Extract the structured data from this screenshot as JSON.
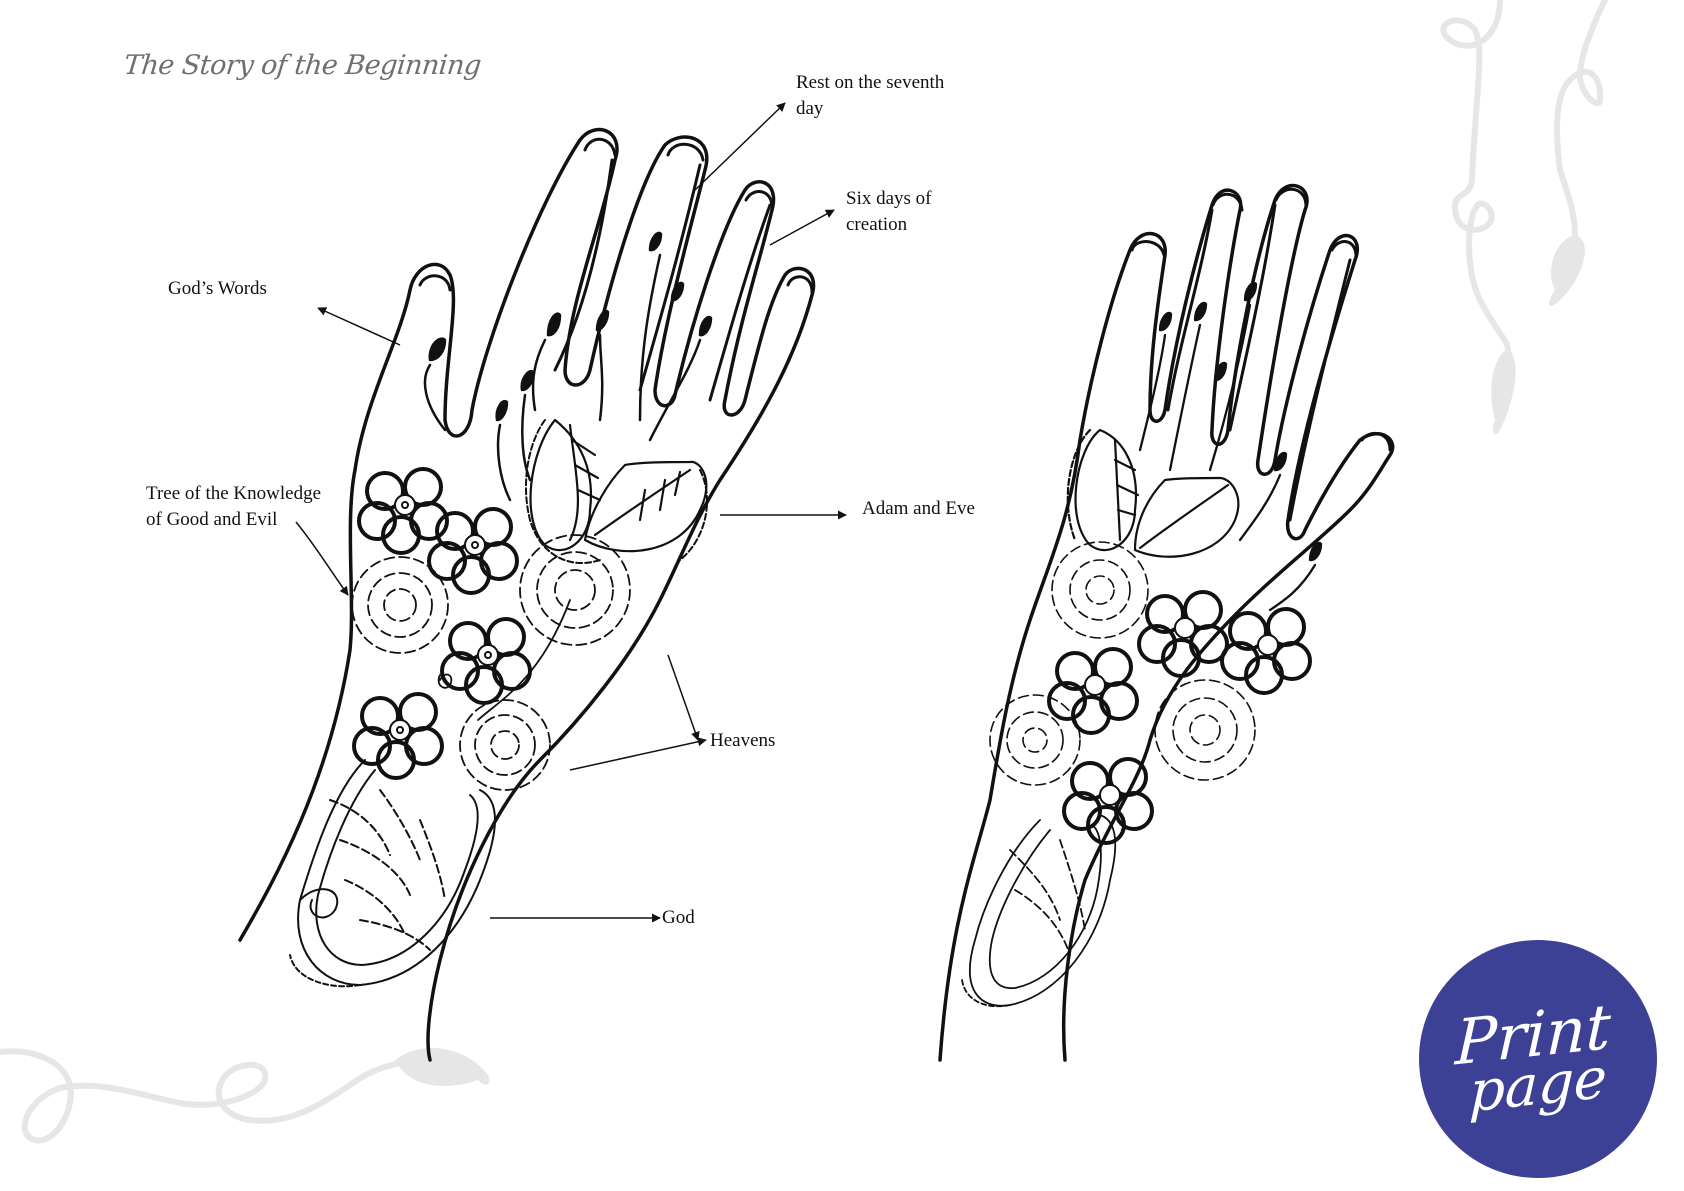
{
  "page": {
    "title": "The Story of the Beginning"
  },
  "labels": {
    "rest": "Rest on the seventh day",
    "rest_line1": "Rest on the seventh",
    "rest_line2": "day",
    "six_days_line1": "Six days of",
    "six_days_line2": "creation",
    "gods_words": "God’s Words",
    "tree_line1": "Tree of the Knowledge",
    "tree_line2": "of Good and Evil",
    "adam_eve": "Adam and Eve",
    "heavens": "Heavens",
    "god": "God"
  },
  "print_button": {
    "line1": "Print",
    "line2": "page",
    "color": "#3c4196"
  },
  "colors": {
    "ink": "#111111",
    "decor": "#e6e6e6",
    "title": "#6f6f6f"
  }
}
